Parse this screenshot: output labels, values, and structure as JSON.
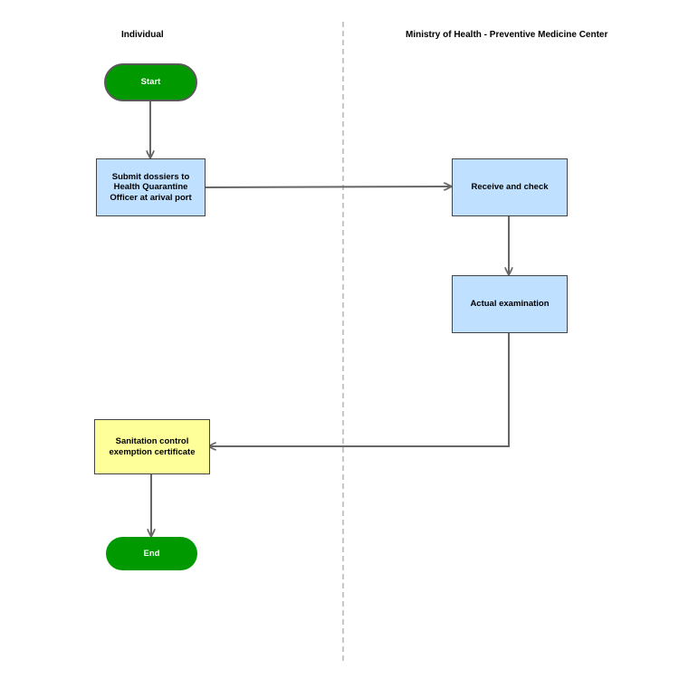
{
  "lanes": {
    "left_title": "Individual",
    "right_title": "Ministry of Health - Preventive Medicine Center"
  },
  "nodes": {
    "start": "Start",
    "submit": "Submit dossiers to Health Quarantine Officer at arival port",
    "receive": "Receive and check",
    "examination": "Actual examination",
    "certificate": "Sanitation control exemption certificate",
    "end": "End"
  },
  "colors": {
    "terminal": "#009900",
    "process": "#bfe0ff",
    "document": "#ffff99",
    "connector": "#666666"
  }
}
